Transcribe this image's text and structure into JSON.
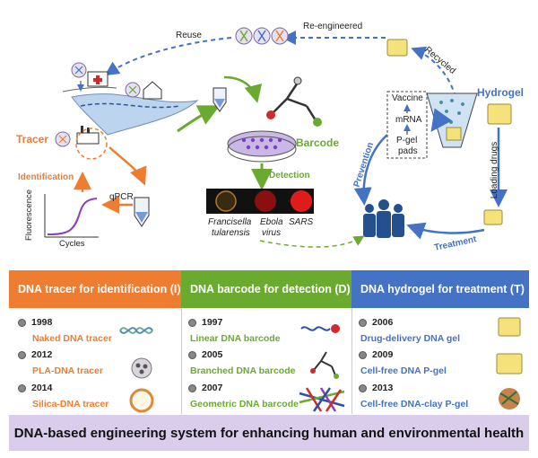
{
  "diagram": {
    "labels": {
      "reuse": "Reuse",
      "reengineered": "Re-engineered",
      "recycled": "Recycled",
      "hydrogel": "Hydrogel",
      "tracer": "Tracer",
      "barcode": "Barcode",
      "identification": "Identification",
      "qpcr": "qPCR",
      "fluorescence": "Fluorescence",
      "cycles": "Cycles",
      "detection": "Detection",
      "prevention": "Prevention",
      "loading_drugs": "Loading drugs",
      "treatment": "Treatment",
      "vaccine": "Vaccine",
      "mrna": "mRNA",
      "pgel": "P-gel",
      "pads": "pads",
      "pathogen1_line1": "Francisella",
      "pathogen1_line2": "tularensis",
      "pathogen2_line1": "Ebola",
      "pathogen2_line2": "virus",
      "pathogen3": "SARS"
    }
  },
  "panels": {
    "tracer": {
      "title": "DNA tracer for identification (I)",
      "color": "#ee7d31",
      "items": [
        {
          "year": "1998",
          "label": "Naked DNA tracer"
        },
        {
          "year": "2012",
          "label": "PLA-DNA tracer"
        },
        {
          "year": "2014",
          "label": "Silica-DNA tracer"
        }
      ]
    },
    "barcode": {
      "title": "DNA barcode for detection (D)",
      "color": "#6aab2f",
      "items": [
        {
          "year": "1997",
          "label": "Linear DNA barcode"
        },
        {
          "year": "2005",
          "label": "Branched DNA barcode"
        },
        {
          "year": "2007",
          "label": "Geometric DNA barcode"
        }
      ]
    },
    "hydrogel": {
      "title": "DNA hydrogel for treatment (T)",
      "color": "#4472c4",
      "items": [
        {
          "year": "2006",
          "label": "Drug-delivery DNA gel"
        },
        {
          "year": "2009",
          "label": "Cell-free DNA P-gel"
        },
        {
          "year": "2013",
          "label": "Cell-free DNA-clay P-gel"
        }
      ]
    }
  },
  "footer": {
    "text": "DNA-based engineering system for enhancing human and environmental health"
  }
}
